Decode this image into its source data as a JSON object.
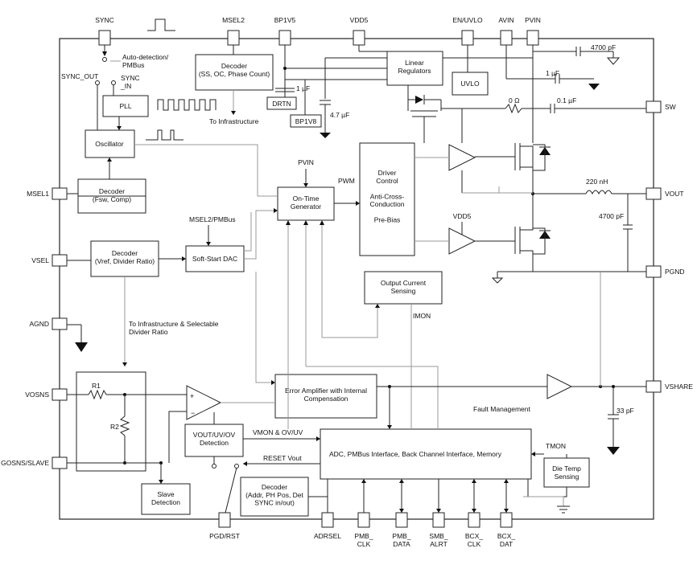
{
  "pins_top": [
    "SYNC",
    "MSEL2",
    "BP1V5",
    "VDD5",
    "EN/UVLO",
    "AVIN",
    "PVIN"
  ],
  "pins_left": [
    "MSEL1",
    "VSEL",
    "AGND",
    "VOSNS",
    "GOSNS/SLAVE"
  ],
  "pins_right": [
    "SW",
    "VOUT",
    "PGND",
    "VSHARE"
  ],
  "pins_bottom": [
    "PGD/RST",
    "ADRSEL",
    "PMB_\nCLK",
    "PMB_\nDATA",
    "SMB_\nALRT",
    "BCX_\nCLK",
    "BCX_\nDAT"
  ],
  "blocks": {
    "decoder_top": "Decoder\n(SS, OC, Phase Count)",
    "linear_regulators": "Linear\nRegulators",
    "uvlo": "UVLO",
    "drtn": "DRTN",
    "bp1v8": "BP1V8",
    "pll": "PLL",
    "oscillator": "Oscillator",
    "decoder_fsw": "Decoder\n(Fsw, Comp)",
    "decoder_vref": "Decoder\n(Vref, Divider Ratio)",
    "softstart": "Soft-Start DAC",
    "ontime": "On-Time\nGenerator",
    "driver": "Driver\nControl\n\nAnti-Cross-\nConduction\n\nPre-Bias",
    "output_current": "Output Current\nSensing",
    "error_amp": "Error Amplifier with Internal\nCompensation",
    "detection": "VOUT/UV/OV\nDetection",
    "adc": "ADC, PMBus Interface, Back Channel Interface,  Memory",
    "decoder_addr": "Decoder\n(Addr, PH Pos, Det\nSYNC in/out)",
    "slave_detection": "Slave\nDetection",
    "die_temp": "Die Temp\nSensing"
  },
  "labels": {
    "auto_detection": "Auto-detection/\nPMBus",
    "sync_out": "SYNC_OUT",
    "sync_in": "SYNC\n_IN",
    "to_infrastructure": "To Infrastructure",
    "c_1uf_drtn": "1 µF",
    "c_47uf": "4.7 µF",
    "c_4700pf_top": "4700 pF",
    "c_1uf_avin": "1 µF",
    "r_0ohm": "0 Ω",
    "c_01uf": "0.1 µF",
    "pvin_small": "PVIN",
    "pwm": "PWM",
    "l_220nh": "220 nH",
    "c_4700pf_out": "4700 pF",
    "vdd5_small": "VDD5",
    "msel2_pmbus": "MSEL2/PMBus",
    "imon": "IMON",
    "to_infra_selectable": "To Infrastructure & Selectable\nDivider Ratio",
    "r1": "R1",
    "r2": "R2",
    "fault_management": "Fault Management",
    "c_33pf": "33 pF",
    "vmon": "VMON & OV/UV",
    "reset_vout": "RESET Vout",
    "tmon": "TMON"
  }
}
